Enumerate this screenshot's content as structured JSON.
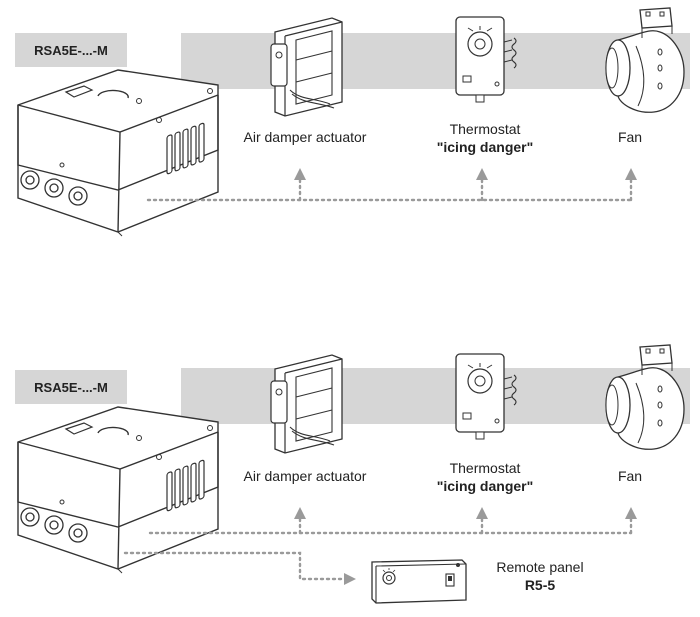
{
  "rows": [
    {
      "model": "RSA5E-...-M",
      "devices": {
        "damper": "Air damper actuator",
        "thermostat": "Thermostat",
        "thermostat_note": "\"icing danger\"",
        "fan": "Fan"
      }
    },
    {
      "model": "RSA5E-...-M",
      "devices": {
        "damper": "Air damper actuator",
        "thermostat": "Thermostat",
        "thermostat_note": "\"icing danger\"",
        "fan": "Fan"
      },
      "remote": {
        "label": "Remote panel",
        "model": "R5-5"
      }
    }
  ],
  "colors": {
    "band": "#d6d6d6",
    "connector": "#9a9a9a",
    "line": "#333333"
  }
}
